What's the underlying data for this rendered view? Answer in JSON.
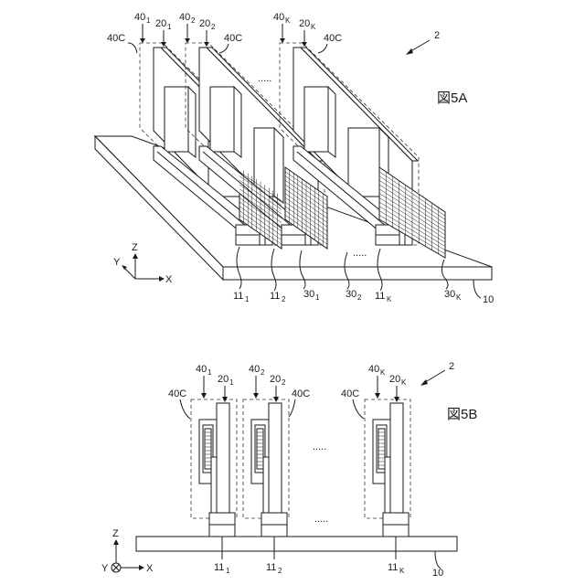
{
  "figure_a": {
    "title": "図5A",
    "ref": "2",
    "label_40c_left": "40C",
    "label_40c_mid": "40C",
    "label_40c_right": "40C",
    "label_401": "40",
    "label_401_sub": "1",
    "label_201": "20",
    "label_201_sub": "1",
    "label_402": "40",
    "label_402_sub": "2",
    "label_202": "20",
    "label_202_sub": "2",
    "label_40k": "40",
    "label_40k_sub": "K",
    "label_20k": "20",
    "label_20k_sub": "K",
    "label_111": "11",
    "label_111_sub": "1",
    "label_112": "11",
    "label_112_sub": "2",
    "label_301": "30",
    "label_301_sub": "1",
    "label_302": "30",
    "label_302_sub": "2",
    "label_11k": "11",
    "label_11k_sub": "K",
    "label_30k": "30",
    "label_30k_sub": "K",
    "label_10": "10",
    "ellipsis_top": ".....",
    "ellipsis_bottom": ".....",
    "axis_z": "Z",
    "axis_y": "Y",
    "axis_x": "X"
  },
  "figure_b": {
    "title": "図5B",
    "ref": "2",
    "label_40c_1": "40C",
    "label_40c_2": "40C",
    "label_40c_3": "40C",
    "label_401": "40",
    "label_401_sub": "1",
    "label_201": "20",
    "label_201_sub": "1",
    "label_402": "40",
    "label_402_sub": "2",
    "label_202": "20",
    "label_202_sub": "2",
    "label_40k": "40",
    "label_40k_sub": "K",
    "label_20k": "20",
    "label_20k_sub": "K",
    "label_111": "11",
    "label_111_sub": "1",
    "label_112": "11",
    "label_112_sub": "2",
    "label_11k": "11",
    "label_11k_sub": "K",
    "label_10": "10",
    "ellipsis_top": ".....",
    "ellipsis_bottom": ".....",
    "axis_z": "Z",
    "axis_y": "Y",
    "axis_x": "X"
  }
}
